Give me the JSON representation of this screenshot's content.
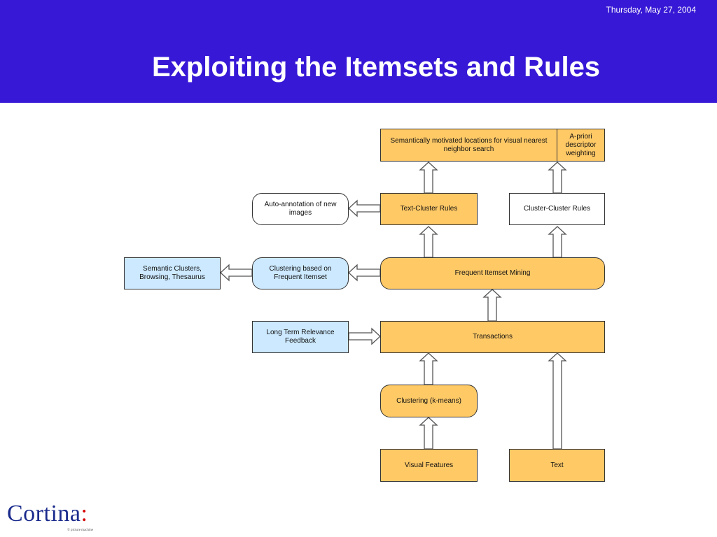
{
  "header": {
    "date": "Thursday, May 27, 2004",
    "title": "Exploiting the Itemsets and Rules",
    "background": "#3618d6"
  },
  "diagram": {
    "nodes": {
      "semantic_locations": "Semantically motivated locations for visual nearest neighbor search",
      "apriori": "A-priori descriptor weighting",
      "auto_annotation": "Auto-annotation of new images",
      "text_cluster_rules": "Text-Cluster Rules",
      "cluster_cluster_rules": "Cluster-Cluster Rules",
      "semantic_clusters": "Semantic Clusters, Browsing, Thesaurus",
      "clustering_frequent": "Clustering based on Frequent Itemset",
      "frequent_itemset_mining": "Frequent Itemset Mining",
      "long_term_feedback": "Long Term Relevance Feedback",
      "transactions": "Transactions",
      "clustering_kmeans": "Clustering (k-means)",
      "visual_features": "Visual Features",
      "text": "Text"
    },
    "colors": {
      "orange": "#ffc966",
      "blue": "#cce9ff",
      "white": "#ffffff",
      "border": "#333333"
    }
  },
  "footer": {
    "logo_text": "Cortina",
    "logo_colon": ":",
    "copyright": "© picture machine"
  }
}
